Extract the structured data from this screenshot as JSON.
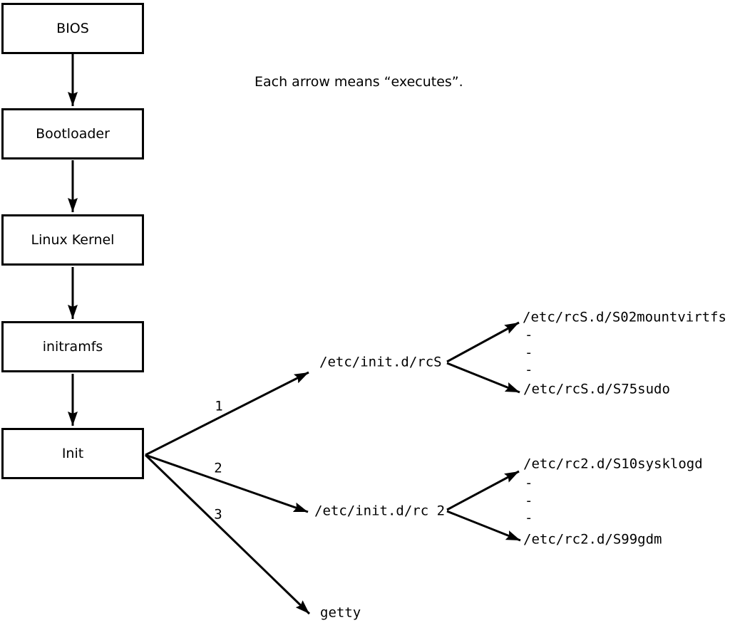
{
  "diagram": {
    "caption": "Each arrow means “executes”.",
    "colors": {
      "line": "#000000",
      "box_fill": "#ffffff",
      "background": "#ffffff"
    },
    "chain": [
      {
        "label": "BIOS"
      },
      {
        "label": "Bootloader"
      },
      {
        "label": "Linux Kernel"
      },
      {
        "label": "initramfs"
      },
      {
        "label": "Init"
      }
    ],
    "branches": [
      {
        "order": "1",
        "target": "/etc/init.d/rcS",
        "children": [
          "/etc/rcS.d/S02mountvirtfs",
          "-",
          "-",
          "-",
          "/etc/rcS.d/S75sudo"
        ]
      },
      {
        "order": "2",
        "target": "/etc/init.d/rc 2",
        "children": [
          "/etc/rc2.d/S10sysklogd",
          "-",
          "-",
          "-",
          "/etc/rc2.d/S99gdm"
        ]
      },
      {
        "order": "3",
        "target": "getty",
        "children": []
      }
    ]
  }
}
